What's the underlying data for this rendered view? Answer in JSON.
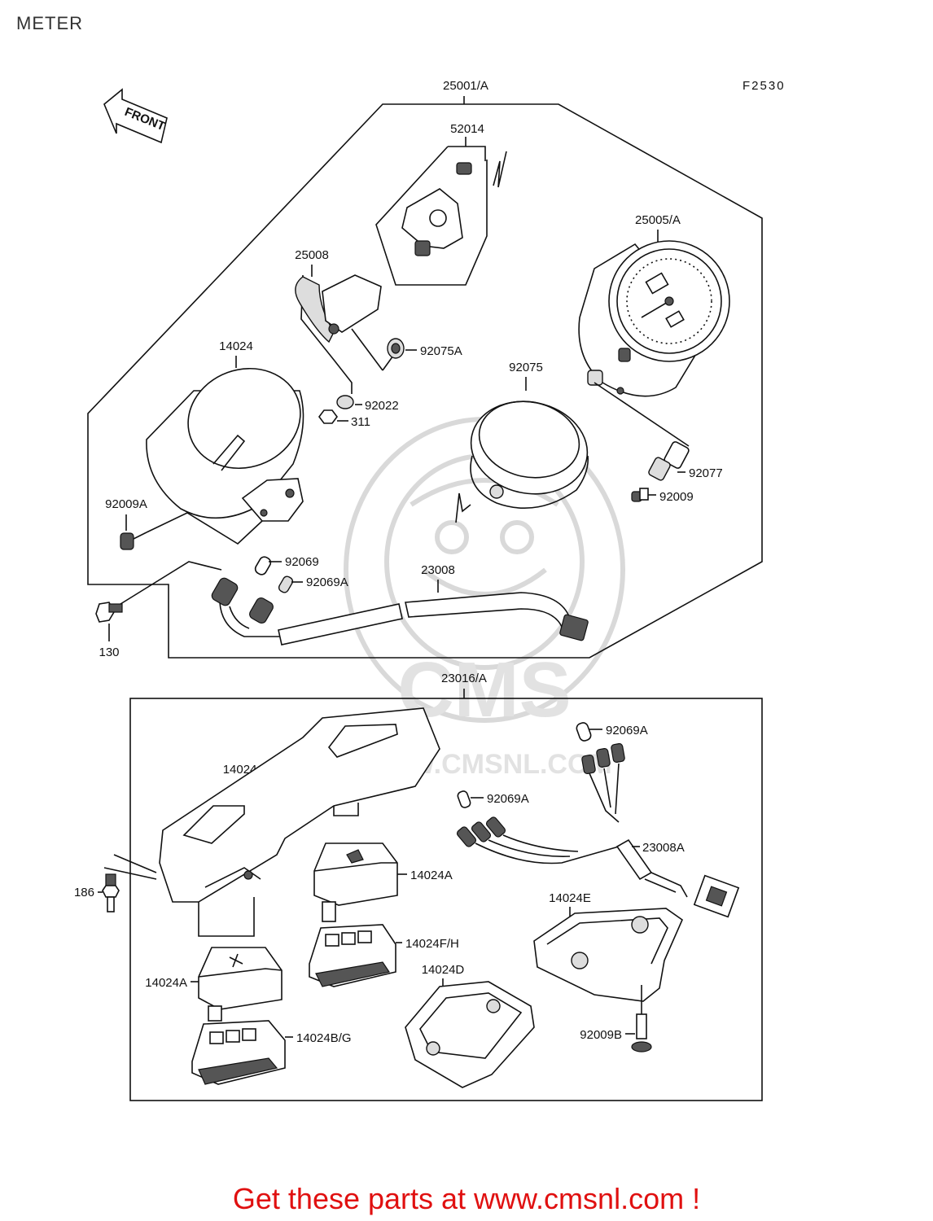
{
  "page_title": "METER",
  "diagram_code": "F2530",
  "front_arrow_label": "FRONT",
  "watermark": {
    "brand": "CMS",
    "url_text": "WWW.CMSNL.COM"
  },
  "parts": {
    "p25001A": "25001/A",
    "p52014": "52014",
    "p25005A": "25005/A",
    "p25008": "25008",
    "p14024": "14024",
    "p92075A": "92075A",
    "p92075": "92075",
    "p92022": "92022",
    "p311": "311",
    "p92077": "92077",
    "p92009": "92009",
    "p92009A": "92009A",
    "p92069": "92069",
    "p92069A_1": "92069A",
    "p23008": "23008",
    "p130": "130",
    "p23016A": "23016/A",
    "p92069A_2": "92069A",
    "p14024C": "14024C",
    "p92069A_3": "92069A",
    "p23008A": "23008A",
    "p186": "186",
    "p14024A_1": "14024A",
    "p14024E": "14024E",
    "p14024FH": "14024F/H",
    "p14024D": "14024D",
    "p14024A_2": "14024A",
    "p92009B": "92009B",
    "p14024BG": "14024B/G"
  },
  "footer_link": "Get these parts at www.cmsnl.com !",
  "colors": {
    "ink": "#111111",
    "footer": "#e01010",
    "watermark": "#d9d9d9"
  }
}
